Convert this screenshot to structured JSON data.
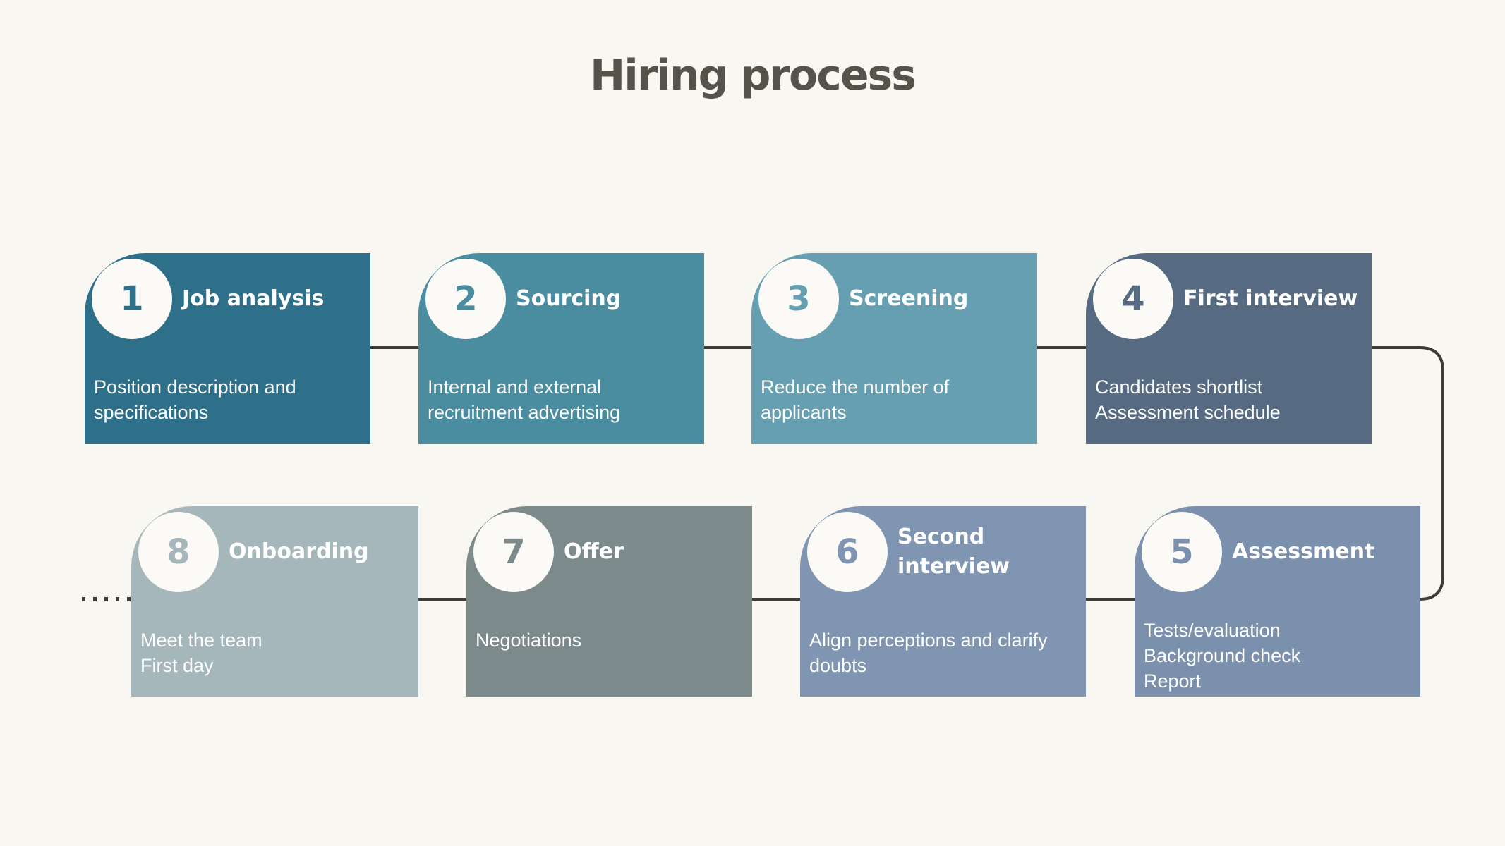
{
  "title": "Hiring process",
  "colors": {
    "background": "#f8f7f2",
    "title_text": "#54544a",
    "connector": "#3d3d33",
    "circle_fill": "#fbfaf6",
    "card_text": "#ffffff"
  },
  "steps": [
    {
      "number": "1",
      "title_lines": [
        "Job analysis"
      ],
      "description_lines": [
        "Position description and",
        "specifications"
      ],
      "color": "#2e7089"
    },
    {
      "number": "2",
      "title_lines": [
        "Sourcing"
      ],
      "description_lines": [
        "Internal and external",
        "recruitment advertising"
      ],
      "color": "#4a8da1"
    },
    {
      "number": "3",
      "title_lines": [
        "Screening"
      ],
      "description_lines": [
        "Reduce the number of",
        "applicants"
      ],
      "color": "#669fb1"
    },
    {
      "number": "4",
      "title_lines": [
        "First interview"
      ],
      "description_lines": [
        "Candidates shortlist",
        "Assessment schedule"
      ],
      "color": "#566b81"
    },
    {
      "number": "5",
      "title_lines": [
        "Assessment"
      ],
      "description_lines": [
        "Tests/evaluation",
        "Background check",
        "Report"
      ],
      "color": "#7b90ac"
    },
    {
      "number": "6",
      "title_lines": [
        "Second",
        "interview"
      ],
      "description_lines": [
        "Align perceptions and clarify",
        "doubts"
      ],
      "color": "#8095b1"
    },
    {
      "number": "7",
      "title_lines": [
        "Offer"
      ],
      "description_lines": [
        "Negotiations"
      ],
      "color": "#7c8a8b"
    },
    {
      "number": "8",
      "title_lines": [
        "Onboarding"
      ],
      "description_lines": [
        "Meet the team",
        "First day"
      ],
      "color": "#a5b7bb"
    }
  ]
}
